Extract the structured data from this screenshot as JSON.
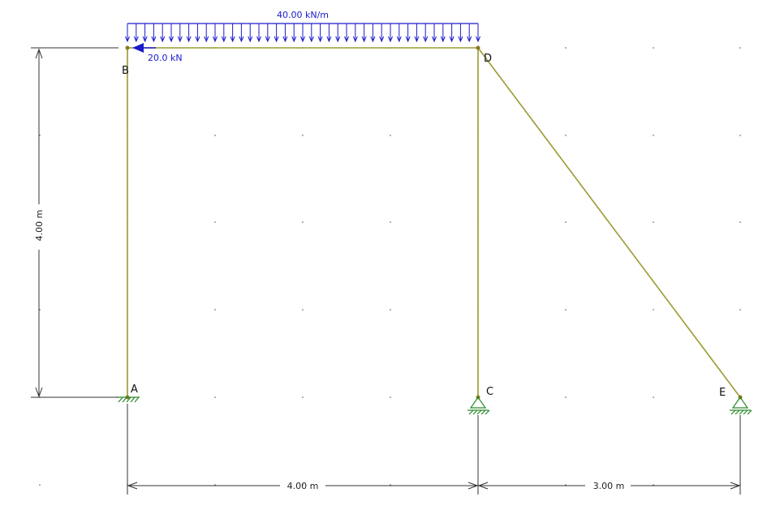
{
  "loads": {
    "distributed_label": "40.00 kN/m",
    "point_label": "20.0 kN"
  },
  "nodes": {
    "A": "A",
    "B": "B",
    "C": "C",
    "D": "D",
    "E": "E"
  },
  "dimensions": {
    "height": "4.00 m",
    "span_bc": "4.00 m",
    "span_ce": "3.00 m"
  },
  "colors": {
    "member": "#9a9a30",
    "load": "#1a1acc",
    "support": "#2a8a2a",
    "dimension": "#333333",
    "grid": "#555555"
  }
}
